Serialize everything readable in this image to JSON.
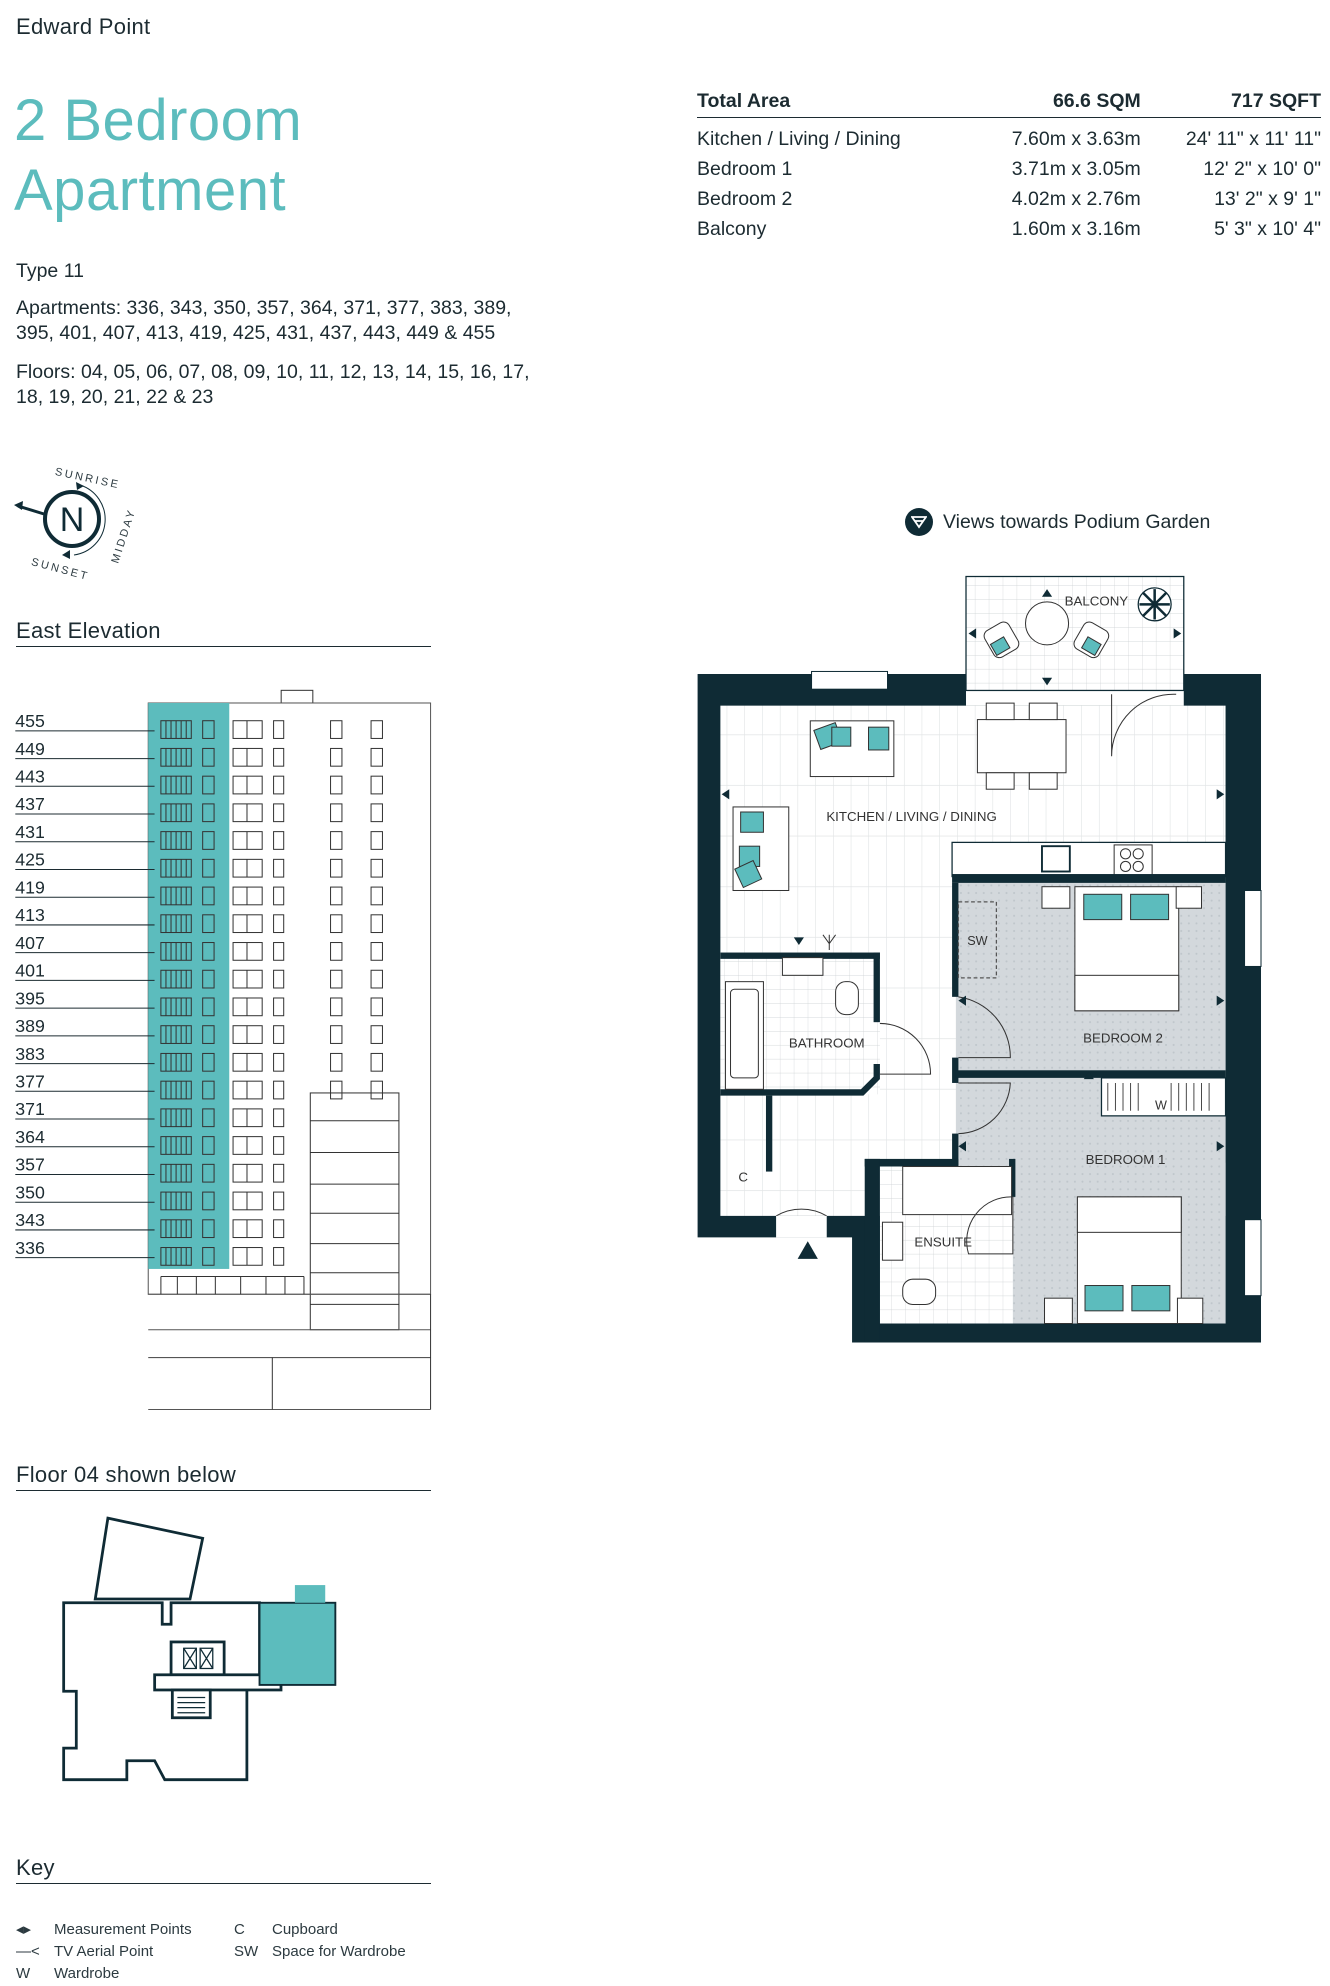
{
  "header": {
    "development": "Edward Point",
    "title_line1": "2 Bedroom",
    "title_line2": "Apartment",
    "type": "Type 11",
    "apartments": "Apartments: 336, 343, 350, 357, 364, 371, 377, 383, 389, 395, 401, 407, 413, 419, 425, 431, 437, 443, 449 & 455",
    "floors": "Floors: 04, 05, 06, 07, 08, 09, 10, 11, 12, 13, 14, 15, 16, 17, 18, 19, 20, 21, 22 & 23"
  },
  "compass": {
    "north": "N",
    "sunrise": "SUNRISE",
    "midday": "MIDDAY",
    "sunset": "SUNSET"
  },
  "areas": {
    "header": {
      "label": "Total Area",
      "metric": "66.6 SQM",
      "imperial": "717 SQFT"
    },
    "rows": [
      {
        "room": "Kitchen / Living / Dining",
        "metric": "7.60m x 3.63m",
        "imperial": "24' 11\" x 11' 11\""
      },
      {
        "room": "Bedroom 1",
        "metric": "3.71m x 3.05m",
        "imperial": "12' 2\" x 10' 0\""
      },
      {
        "room": "Bedroom 2",
        "metric": "4.02m x 2.76m",
        "imperial": "13' 2\" x 9' 1\""
      },
      {
        "room": "Balcony",
        "metric": "1.60m x 3.16m",
        "imperial": "5' 3\" x 10' 4\""
      }
    ]
  },
  "views": {
    "label": "Views towards Podium Garden",
    "icon": "view-direction-icon"
  },
  "elevation": {
    "heading": "East Elevation",
    "units": [
      "455",
      "449",
      "443",
      "437",
      "431",
      "425",
      "419",
      "413",
      "407",
      "401",
      "395",
      "389",
      "383",
      "377",
      "371",
      "364",
      "357",
      "350",
      "343",
      "336"
    ]
  },
  "floor_plan": {
    "heading": "Floor 04 shown below",
    "rooms": {
      "balcony": "BALCONY",
      "kld": "KITCHEN / LIVING / DINING",
      "bathroom": "BATHROOM",
      "bedroom2": "BEDROOM 2",
      "bedroom1": "BEDROOM 1",
      "ensuite": "ENSUITE",
      "sw": "SW",
      "w": "W",
      "c": "C"
    }
  },
  "key": {
    "heading": "Key",
    "items": [
      {
        "symbol": "◂▸",
        "label": "Measurement Points"
      },
      {
        "symbol": "C",
        "label": "Cupboard"
      },
      {
        "symbol": "—<",
        "label": "TV Aerial Point"
      },
      {
        "symbol": "SW",
        "label": "Space for Wardrobe"
      },
      {
        "symbol": "W",
        "label": "Wardrobe"
      }
    ]
  },
  "colors": {
    "accent": "#5cbcbd",
    "wall": "#0f2b35",
    "floor_grey": "#d4d8dc"
  }
}
